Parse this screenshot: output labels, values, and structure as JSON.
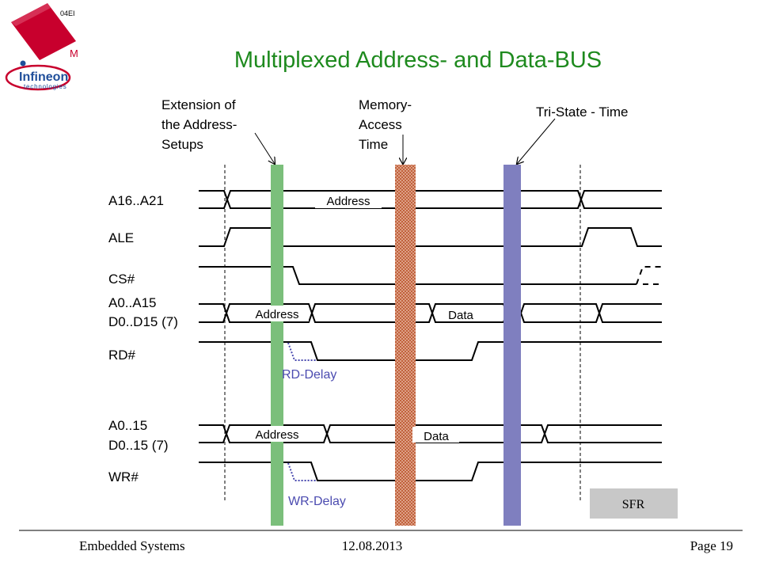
{
  "title": "Multiplexed Address- and Data-BUS",
  "logo": {
    "company": "Infineon",
    "tagline": "technologies",
    "corner_text": "04EI",
    "letter": "M",
    "colors": {
      "red": "#c8002d",
      "blue": "#1f4e9a"
    }
  },
  "annotations": {
    "extension": [
      "Extension of",
      "the Address-",
      "Setups"
    ],
    "memory": [
      "Memory-",
      "Access",
      "Time"
    ],
    "tristate": "Tri-State - Time"
  },
  "signals": {
    "a16": "A16..A21",
    "ale": "ALE",
    "cs": "CS#",
    "a0_read": [
      "A0..A15",
      "D0..D15 (7)"
    ],
    "rd": "RD#",
    "a0_write": [
      "A0..15",
      "D0..15 (7)"
    ],
    "wr": "WR#"
  },
  "bus_labels": {
    "address": "Address",
    "data": "Data"
  },
  "delays": {
    "rd": "RD-Delay",
    "wr": "WR-Delay"
  },
  "sfr_button": "SFR",
  "footer": {
    "left": "Embedded Systems",
    "center": "12.08.2013",
    "right": "Page 19"
  },
  "colors": {
    "title": "#1e8a1e",
    "extension_bar": "#7bbf7b",
    "memory_bar": "#c0603a",
    "tristate_bar": "#7f7fbf",
    "delay_text": "#4b4bb0",
    "sfr_bg": "#c8c8c8"
  }
}
